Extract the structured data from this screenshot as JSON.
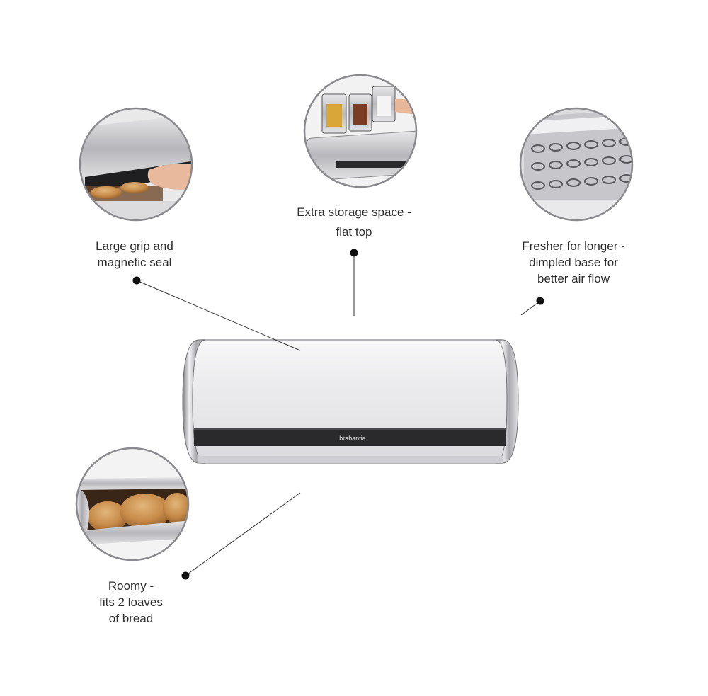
{
  "brand": "brabantia",
  "features": {
    "grip": {
      "line1": "Large grip and",
      "line2": "magnetic seal"
    },
    "storage": {
      "line1": "Extra storage space -",
      "line2": "flat top"
    },
    "fresh": {
      "line1": "Fresher for longer -",
      "line2": "dimpled base for",
      "line3": "better air flow"
    },
    "roomy": {
      "line1": "Roomy -",
      "line2": "fits 2 loaves",
      "line3": "of bread"
    }
  }
}
